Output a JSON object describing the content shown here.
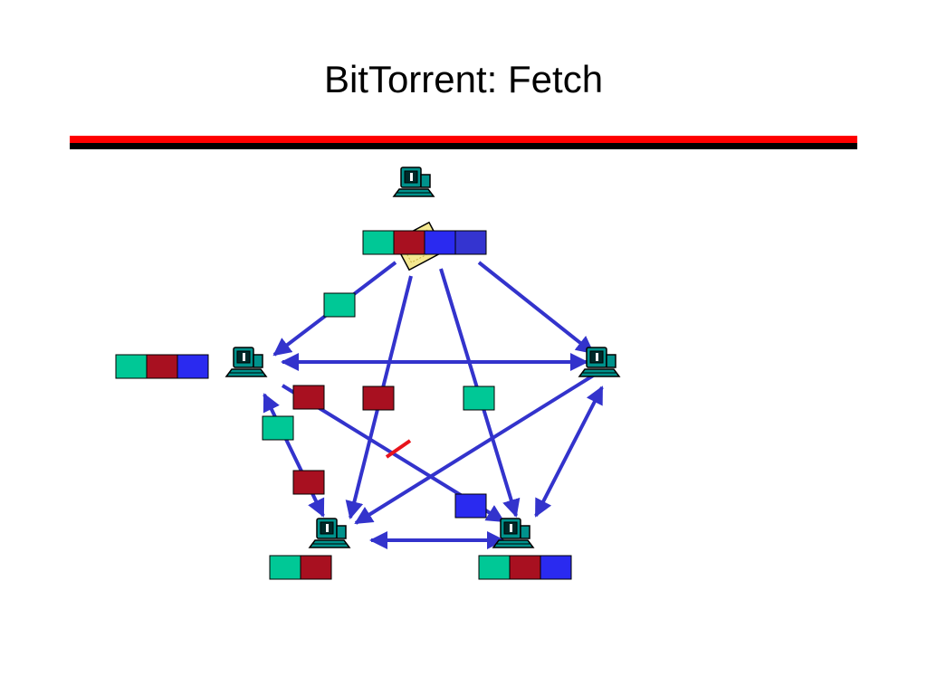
{
  "slide": {
    "title": "BitTorrent: Fetch"
  },
  "colors": {
    "background": "#ffffff",
    "title_rule_red": "#ff0000",
    "title_rule_black": "#000000",
    "edge": "#3333cc",
    "blocked_mark": "#e8141c",
    "piece_green": "#00c896",
    "piece_red": "#a81020",
    "piece_blue": "#2a2af0",
    "piece_blue_dark": "#3434d0",
    "monitor": "#00928c",
    "torrent_file": "#f4e890"
  },
  "diagram": {
    "nodes": [
      {
        "id": "seed",
        "icon": "computer-icon",
        "pieces": [
          "piece_green",
          "piece_red",
          "piece_blue",
          "piece_blue_dark"
        ]
      },
      {
        "id": "left",
        "icon": "computer-icon",
        "pieces": [
          "piece_green",
          "piece_red",
          "piece_blue"
        ]
      },
      {
        "id": "right",
        "icon": "computer-icon",
        "pieces": []
      },
      {
        "id": "bottom-left",
        "icon": "computer-icon",
        "pieces": [
          "piece_green",
          "piece_red"
        ]
      },
      {
        "id": "bottom-right",
        "icon": "computer-icon",
        "pieces": [
          "piece_green",
          "piece_red",
          "piece_blue"
        ]
      }
    ],
    "torrent_file_icon": "torrent-file-icon",
    "transfers": [
      {
        "from": "seed",
        "to": "left",
        "piece": "piece_green"
      },
      {
        "from": "seed",
        "to": "bottom-left",
        "piece": "piece_red"
      },
      {
        "from": "seed",
        "to": "bottom-right",
        "piece": "piece_green"
      },
      {
        "from": "seed",
        "to": "right",
        "piece": null
      },
      {
        "from": "left",
        "to": "right",
        "piece": null,
        "bidirectional": true
      },
      {
        "from": "left",
        "to": "bottom-left",
        "piece": "piece_green",
        "second_piece": "piece_red",
        "bidirectional": true
      },
      {
        "from": "left",
        "to": "bottom-right",
        "piece": "piece_red",
        "second_piece": "piece_blue",
        "blocked": true
      },
      {
        "from": "right",
        "to": "bottom-left",
        "piece": null
      },
      {
        "from": "right",
        "to": "bottom-right",
        "piece": null,
        "bidirectional": true
      },
      {
        "from": "bottom-left",
        "to": "bottom-right",
        "piece": null,
        "bidirectional": true
      }
    ]
  }
}
